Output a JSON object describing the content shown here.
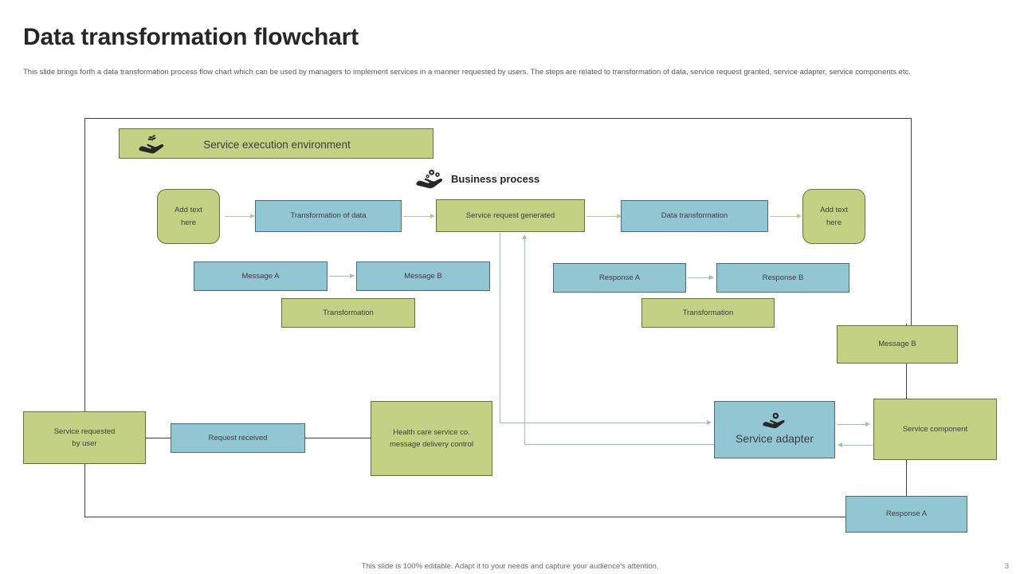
{
  "header": {
    "title": "Data transformation flowchart",
    "subtitle": "This slide brings forth a data transformation process flow chart which can be used by  managers to implement services in a manner requested by users. The steps are related to transformation of data, service request granted, service adapter, service components etc."
  },
  "footer": {
    "note": "This slide is 100% editable. Adapt it to your needs and capture your audience's attention.",
    "page_number": "3"
  },
  "colors": {
    "green_fill": "#c3d184",
    "green_border": "#6b6f3d",
    "blue_fill": "#93c6d3",
    "blue_border": "#4c6b75",
    "frame_line": "#3f3f3f",
    "teal_connector": "#9dbcc4",
    "green_connector": "#b9c98a",
    "title": "#262626",
    "body_text": "#3d3d3d"
  },
  "diagram": {
    "banner": {
      "label": "Service execution environment",
      "icon": "hand-holding-plant-icon"
    },
    "business_process": {
      "label": "Business process",
      "icon": "hand-holding-gears-icon"
    },
    "nodes": {
      "add_text_left": "Add text\nhere",
      "add_text_left_l1": "Add text",
      "add_text_left_l2": "here",
      "transformation_of_data": "Transformation of data",
      "service_request_generated": "Service request generated",
      "data_transformation": "Data transformation",
      "add_text_right_l1": "Add text",
      "add_text_right_l2": "here",
      "message_a": "Message A",
      "message_b": "Message B",
      "transformation_left": "Transformation",
      "response_a": "Response A",
      "response_b": "Response B",
      "transformation_right": "Transformation",
      "message_b_right": "Message B",
      "service_requested_l1": "Service requested",
      "service_requested_l2": "by user",
      "request_received": "Request received",
      "health_care_l1": "Health care service co.",
      "health_care_l2": "message delivery control",
      "service_adapter": "Service adapter",
      "service_adapter_icon": "hand-holding-gear-icon",
      "service_component": "Service component",
      "response_a_bottom": "Response A"
    }
  }
}
